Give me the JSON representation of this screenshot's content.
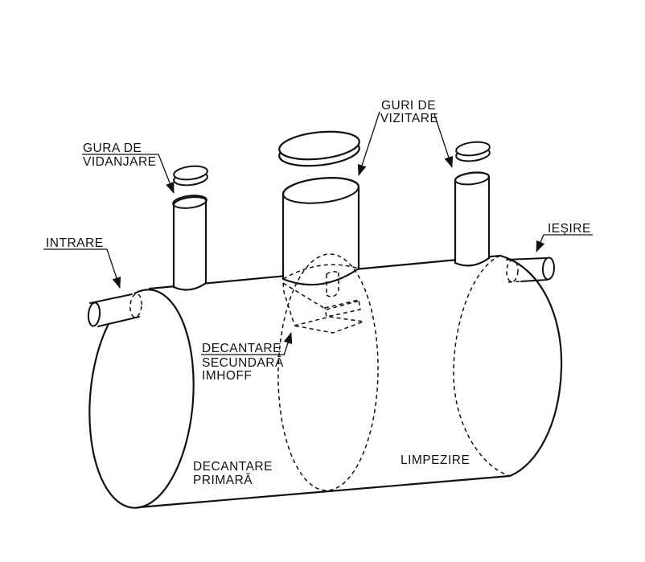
{
  "diagram": {
    "colors": {
      "ink": "#111111",
      "background": "#ffffff"
    },
    "labels": {
      "guri_de_vizitare": {
        "line1": "GURI DE",
        "line2": "VIZITARE"
      },
      "gura_de_vidanjare": {
        "line1": "GURA DE",
        "line2": "VIDANJARE"
      },
      "intrare": "INTRARE",
      "iesire": "IEŞIRE",
      "decantare_secundara": {
        "line1": "DECANTARE",
        "line2": "SECUNDARĂ",
        "line3": "IMHOFF"
      },
      "decantare_primara": {
        "line1": "DECANTARE",
        "line2": "PRIMARĂ"
      },
      "limpezire": "LIMPEZIRE"
    }
  }
}
